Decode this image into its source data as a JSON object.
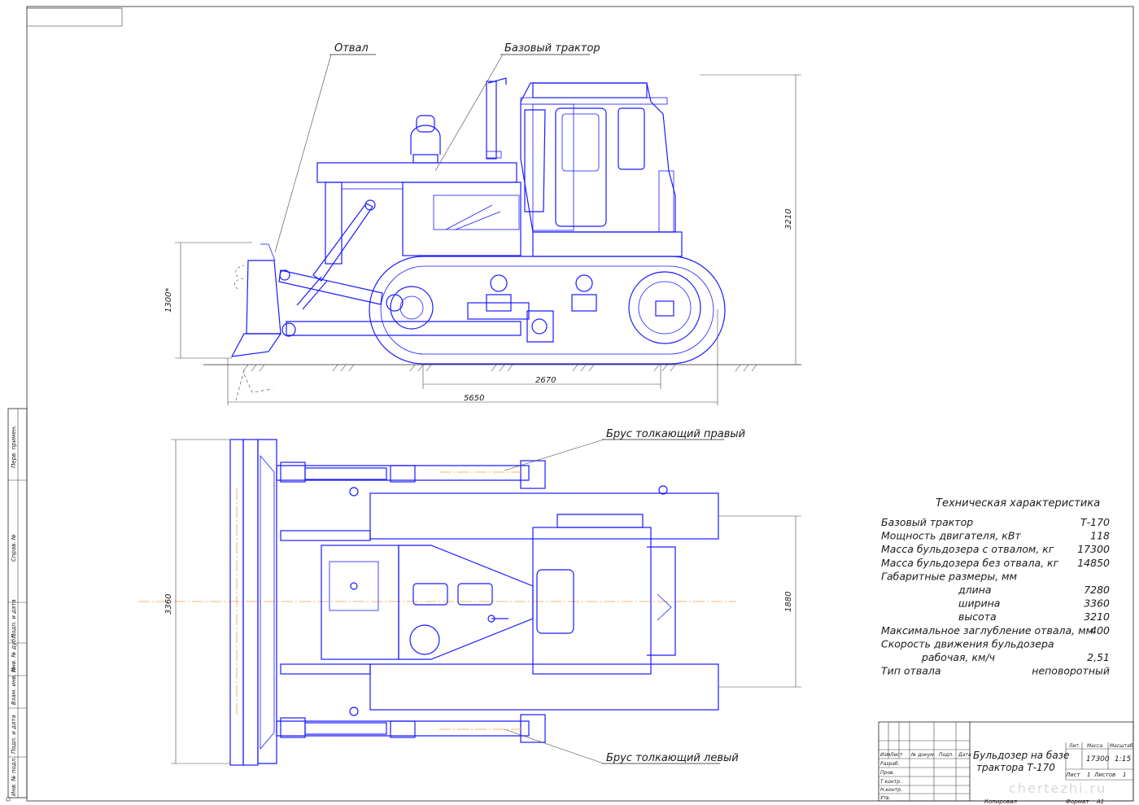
{
  "side_view": {
    "label_blade": "Отвал",
    "label_base_tractor": "Базовый трактор",
    "dim_blade_height": "1300*",
    "dim_height": "3210",
    "dim_track_base": "2670",
    "dim_total_length": "5650"
  },
  "top_view": {
    "label_push_beam_right": "Брус толкающий правый",
    "label_push_beam_left": "Брус толкающий левый",
    "dim_width": "3360",
    "dim_track_gauge": "1880"
  },
  "specs": {
    "title": "Техническая характеристика",
    "rows": [
      {
        "label": "Базовый трактор",
        "value": "Т-170",
        "indent": 0
      },
      {
        "label": "Мощность двигателя, кВт",
        "value": "118",
        "indent": 0
      },
      {
        "label": "Масса бульдозера с отвалом, кг",
        "value": "17300",
        "indent": 0
      },
      {
        "label": "Масса бульдозера без отвала, кг",
        "value": "14850",
        "indent": 0
      },
      {
        "label": "Габаритные размеры, мм",
        "value": "",
        "indent": 0
      },
      {
        "label": "длина",
        "value": "7280",
        "indent": 2
      },
      {
        "label": "ширина",
        "value": "3360",
        "indent": 2
      },
      {
        "label": "высота",
        "value": "3210",
        "indent": 2
      },
      {
        "label": "Максимальное заглубление отвала, мм",
        "value": "400",
        "indent": 0
      },
      {
        "label": "Скорость движения бульдозера",
        "value": "",
        "indent": 0
      },
      {
        "label": "рабочая, км/ч",
        "value": "2,51",
        "indent": 1
      },
      {
        "label": "Тип отвала",
        "value": "неповоротный",
        "indent": 0
      }
    ]
  },
  "title_block": {
    "izm": "Изм",
    "list": "Лист",
    "doc_no": "№ докум.",
    "podp": "Подп.",
    "data": "Дата",
    "razrab": "Разраб.",
    "prov": "Пров.",
    "tkontr": "Т.контр.",
    "nkontr": "Н.контр.",
    "utv": "Утв.",
    "title_line1": "Бульдозер на базе",
    "title_line2": "трактора Т-170",
    "lit": "Лит.",
    "massa": "Масса",
    "masshtab": "Масштаб",
    "mass_value": "17300",
    "scale_value": "1:15",
    "list_label": "Лист",
    "list_no": "1",
    "listov_label": "Листов",
    "listov_no": "1",
    "kopiroval": "Копировал",
    "format_label": "Формат",
    "format_value": "А1"
  },
  "margin": {
    "perv_primen": "Перв. примен.",
    "sprav_no": "Справ. №",
    "podp_data": "Подп. и дата",
    "inv_dubl": "Инв. № дубл.",
    "vzam_inv": "Взам. инв. №",
    "inv_podl": "Инв. № подл."
  },
  "watermark": "chertezhi.ru"
}
